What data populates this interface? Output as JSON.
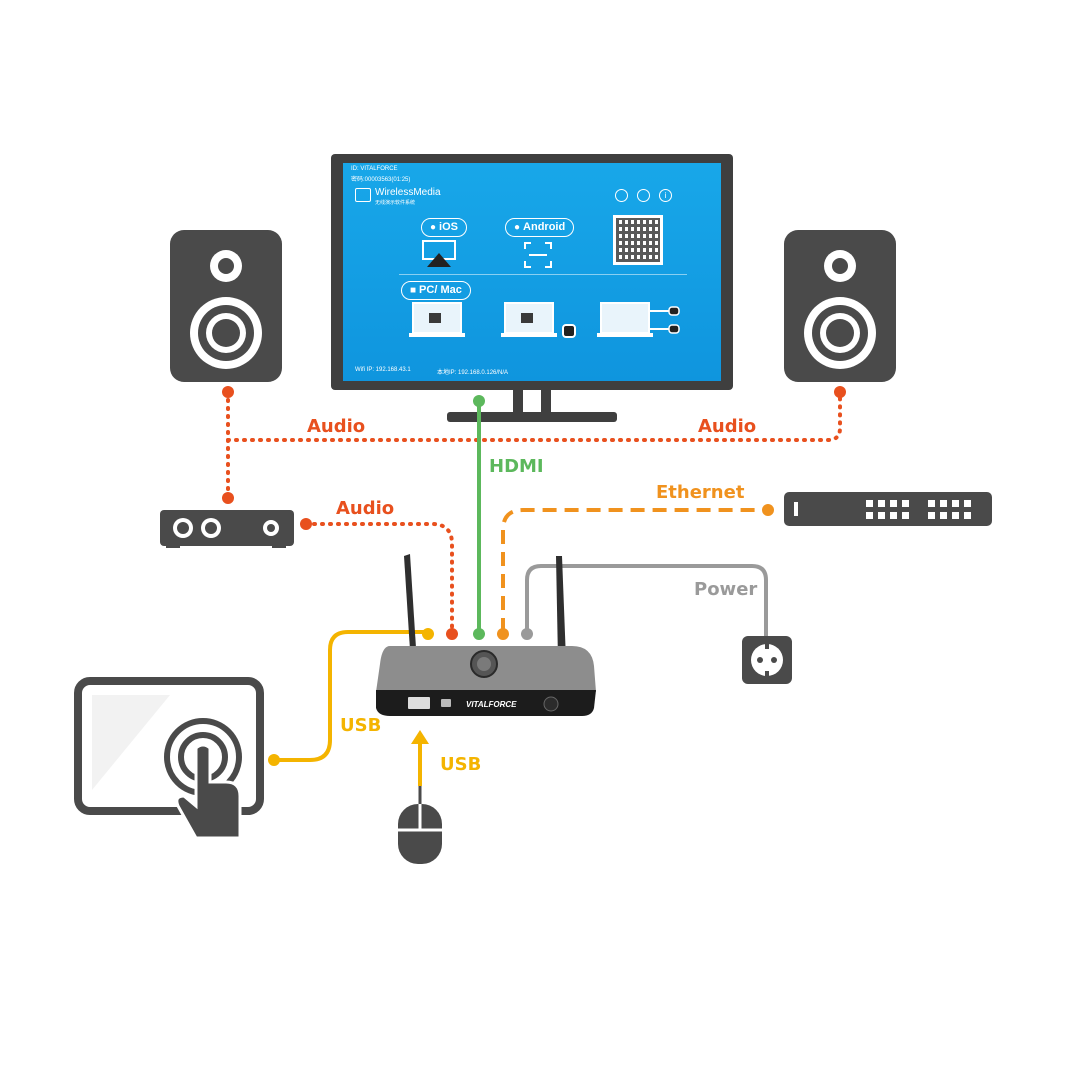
{
  "screen": {
    "id_line": "ID: VITALFORCE",
    "code_line": "密码:00003563(01:25)",
    "app_name": "WirelessMedia",
    "app_subtitle": "无线演示软件系统",
    "ios_label": "iOS",
    "android_label": "Android",
    "pc_mac_label": "PC/ Mac",
    "wifi_ip": "Wifi IP: 192.168.43.1",
    "local_ip": "本地IP: 192.168.0.126/N/A"
  },
  "device": {
    "brand": "VITALFORCE"
  },
  "connections": {
    "audio_left": "Audio",
    "audio_right": "Audio",
    "audio_interface": "Audio",
    "hdmi": "HDMI",
    "ethernet": "Ethernet",
    "power": "Power",
    "usb_touch": "USB",
    "usb_mouse": "USB"
  },
  "colors": {
    "audio": "#e8501e",
    "hdmi": "#5cb85c",
    "ethernet": "#f0921e",
    "power": "#9a9a9a",
    "usb": "#f4b400",
    "device_dark": "#4a4a4a",
    "screen_blue": "#16a2e6"
  },
  "icons": [
    "speaker-icon",
    "monitor-icon",
    "audio-interface-icon",
    "network-switch-icon",
    "power-outlet-icon",
    "touch-panel-icon",
    "mouse-icon",
    "wireless-box-icon",
    "qr-code-icon",
    "airplay-icon",
    "screen-mirror-icon",
    "laptop-icon"
  ]
}
